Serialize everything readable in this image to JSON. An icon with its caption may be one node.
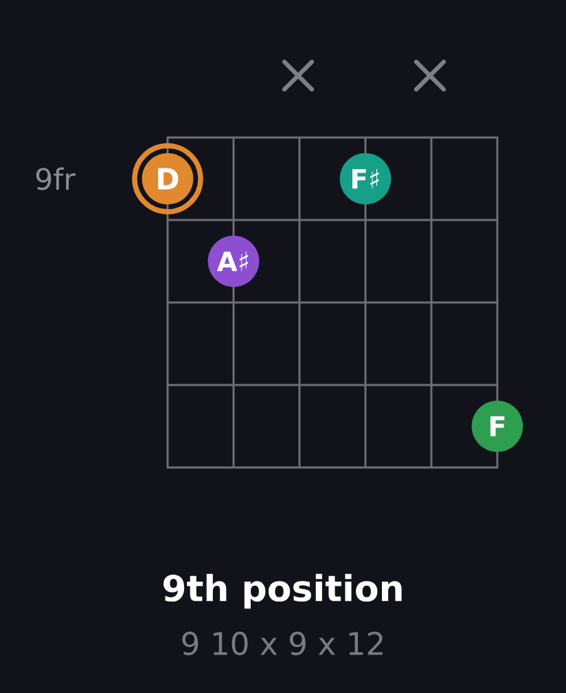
{
  "diagram": {
    "title": "9th position",
    "caption": "9 10 x 9 x 12",
    "nodes": [
      {
        "text": [
          "D"
        ]
      },
      {
        "text": [
          "F♯"
        ]
      },
      {
        "text": [
          "A♯"
        ]
      },
      {
        "text": [
          "F"
        ]
      }
    ],
    "labels": [
      "9fr"
    ]
  }
}
